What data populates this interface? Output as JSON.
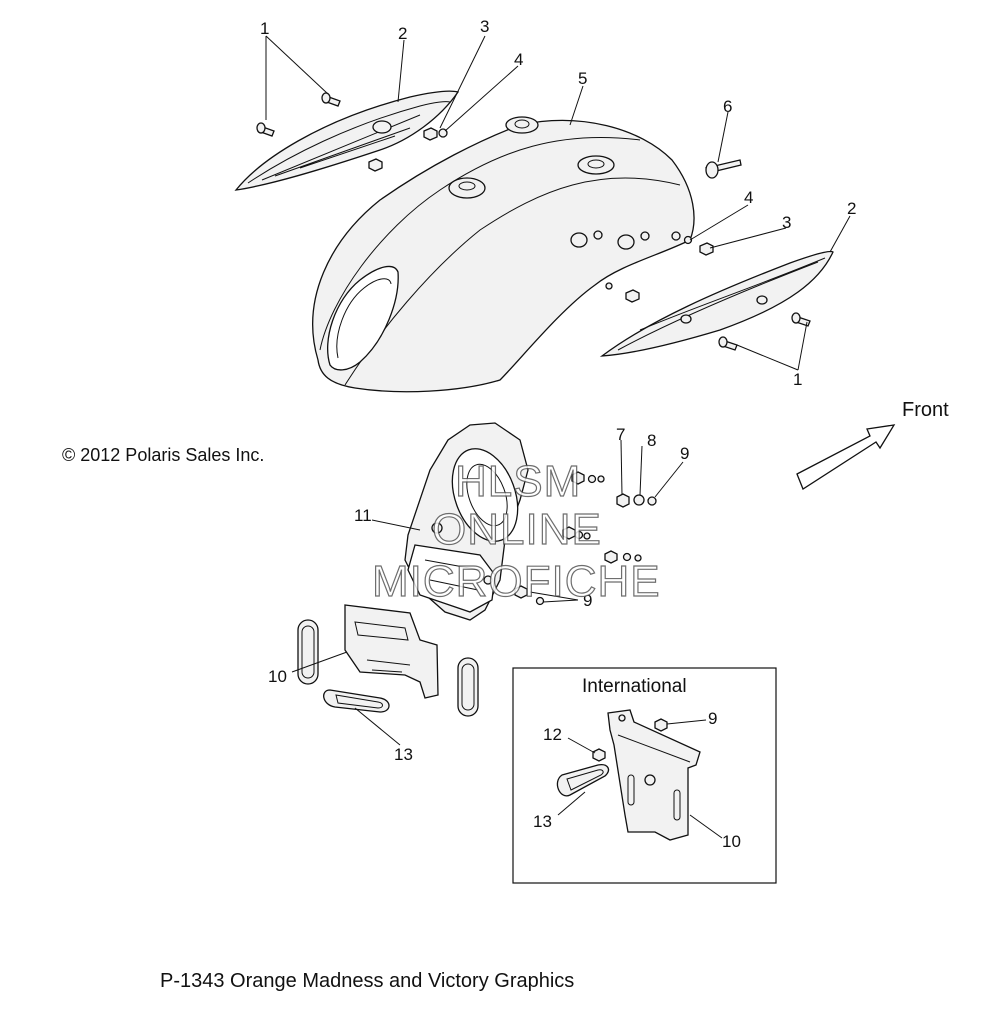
{
  "copyright": "© 2012 Polaris Sales Inc.",
  "front_label": "Front",
  "inset_title": "International",
  "caption": "P-1343 Orange Madness and Victory Graphics",
  "watermark": [
    "HLSM",
    "ONLINE",
    "MICROFICHE"
  ],
  "callouts": {
    "c1a": "1",
    "c1b": "1",
    "c2a": "2",
    "c2b": "2",
    "c3a": "3",
    "c3b": "3",
    "c4a": "4",
    "c4b": "4",
    "c5": "5",
    "c6": "6",
    "c7": "7",
    "c8": "8",
    "c9a": "9",
    "c9b": "9",
    "c9c": "9",
    "c10a": "10",
    "c10b": "10",
    "c11": "11",
    "c12": "12",
    "c13a": "13",
    "c13b": "13"
  }
}
